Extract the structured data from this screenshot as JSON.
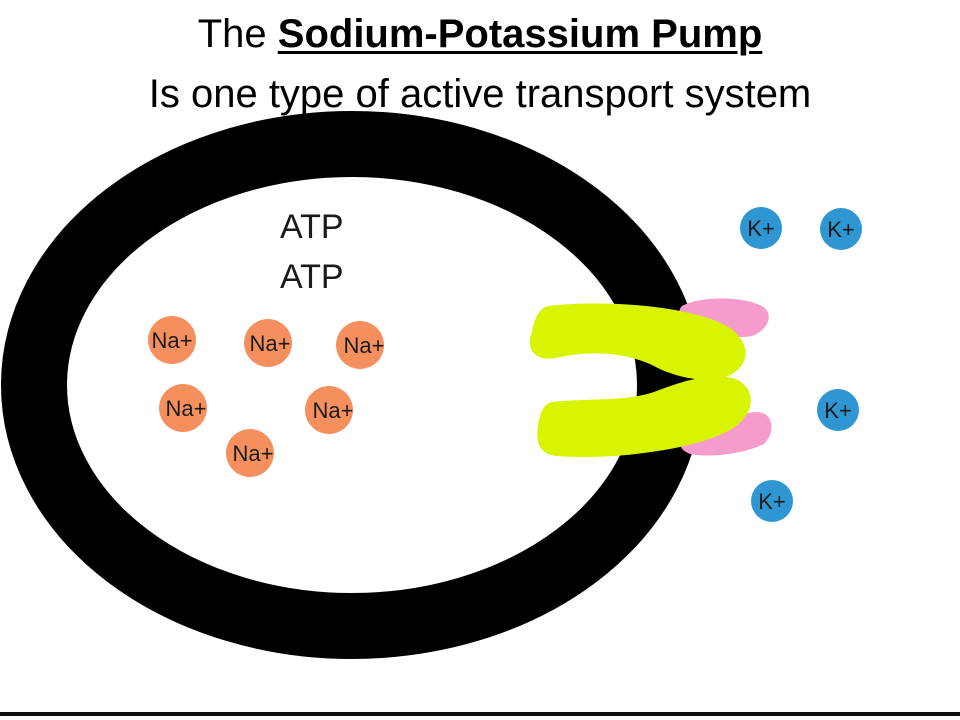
{
  "title": {
    "prefix": "The ",
    "emphasis": "Sodium-Potassium Pump",
    "subtitle": "Is one type of active transport system"
  },
  "diagram": {
    "atp": [
      "ATP",
      "ATP"
    ],
    "sodium_label": "Na+",
    "potassium_label": "K+",
    "colors": {
      "membrane": "#000000",
      "sodium": "#f5905e",
      "potassium": "#2e96d2",
      "pump_protein": "#d8f400",
      "pump_binding": "#f59ccc"
    },
    "counts": {
      "sodium": 6,
      "potassium": 4
    }
  }
}
